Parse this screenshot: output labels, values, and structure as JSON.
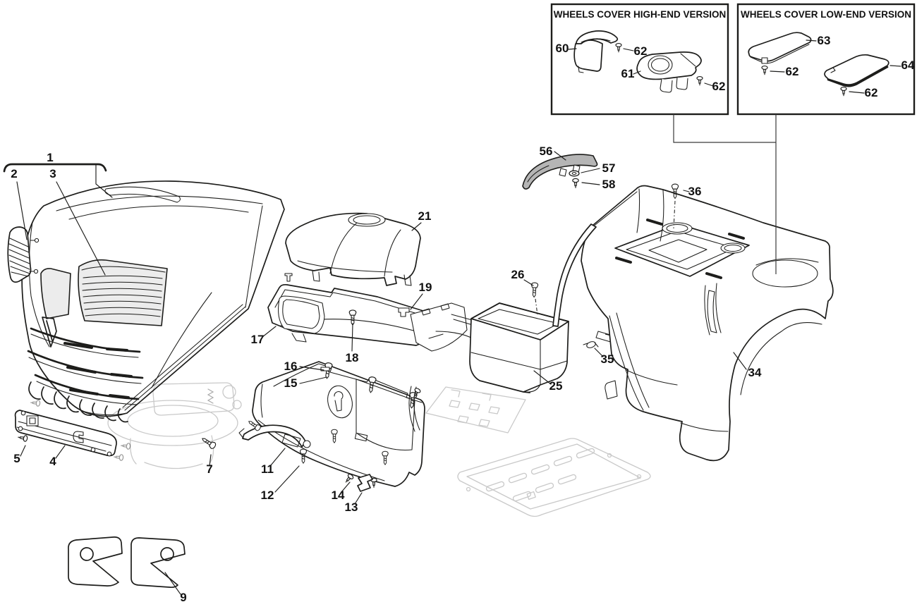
{
  "colors": {
    "line": "#1d1d1b",
    "spoiler_shade": "#b5b5b5",
    "lens_shade": "#ececec",
    "underlay_gray": "#c9c9c9",
    "background": "#ffffff"
  },
  "insets": {
    "high_end": {
      "title": "WHEELS COVER HIGH-END VERSION",
      "labels": {
        "n60": "60",
        "n62a": "62",
        "n61": "61",
        "n62b": "62"
      }
    },
    "low_end": {
      "title": "WHEELS COVER LOW-END VERSION",
      "labels": {
        "n63": "63",
        "n62a": "62",
        "n64": "64",
        "n62b": "62"
      }
    }
  },
  "callouts": {
    "n1": "1",
    "n2": "2",
    "n3": "3",
    "n4": "4",
    "n5": "5",
    "n7": "7",
    "n9": "9",
    "n11": "11",
    "n12": "12",
    "n13": "13",
    "n14": "14",
    "n15": "15",
    "n16": "16",
    "n17": "17",
    "n18": "18",
    "n19": "19",
    "n21": "21",
    "n25": "25",
    "n26": "26",
    "n34": "34",
    "n35": "35",
    "n36": "36",
    "n56": "56",
    "n57": "57",
    "n58": "58"
  }
}
